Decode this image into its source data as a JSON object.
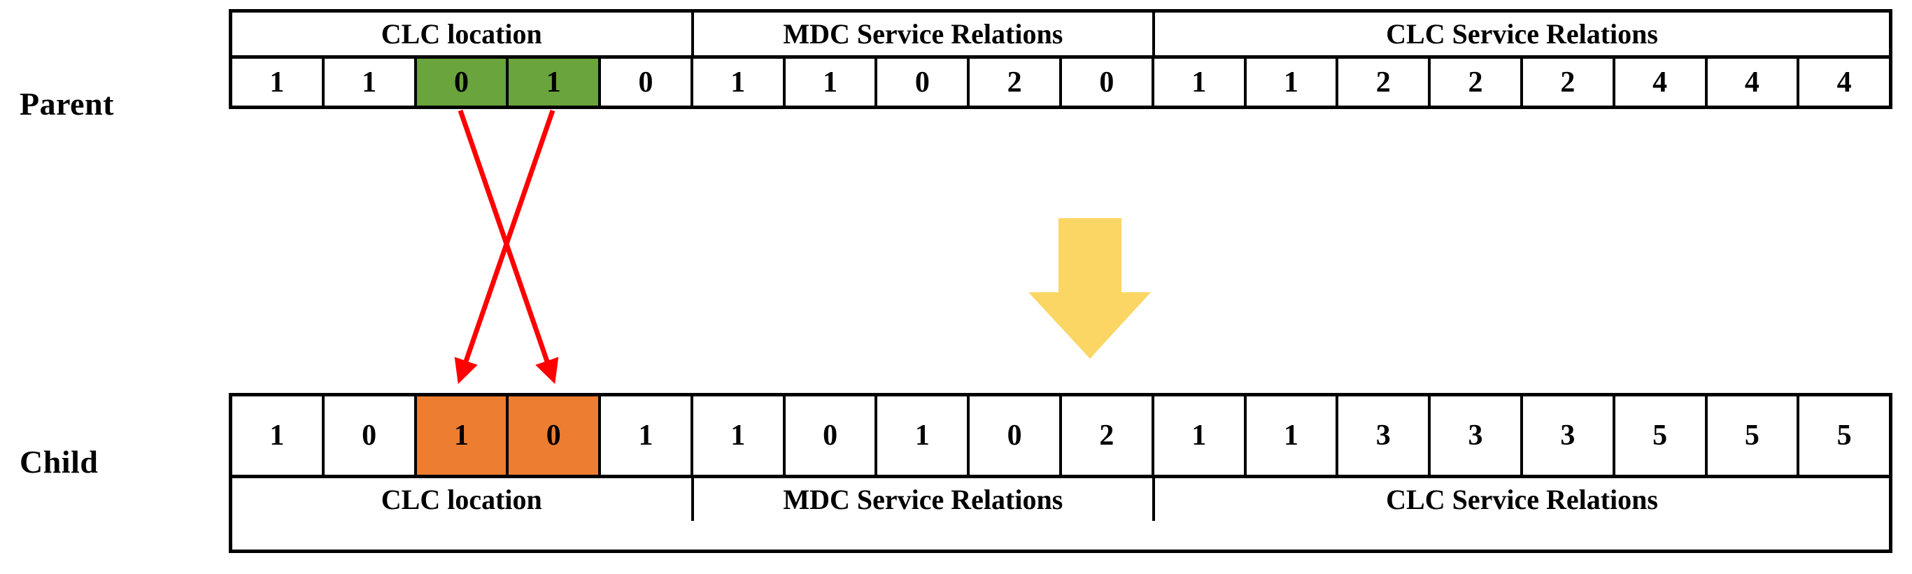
{
  "rows": {
    "parent": {
      "label": "Parent",
      "sections": [
        {
          "title": "CLC location",
          "span": 5
        },
        {
          "title": "MDC Service Relations",
          "span": 5
        },
        {
          "title": "CLC Service Relations",
          "span": 8
        }
      ],
      "cells": [
        {
          "value": "1",
          "highlight": "none"
        },
        {
          "value": "1",
          "highlight": "none"
        },
        {
          "value": "0",
          "highlight": "green"
        },
        {
          "value": "1",
          "highlight": "green"
        },
        {
          "value": "0",
          "highlight": "none"
        },
        {
          "value": "1",
          "highlight": "none"
        },
        {
          "value": "1",
          "highlight": "none"
        },
        {
          "value": "0",
          "highlight": "none"
        },
        {
          "value": "2",
          "highlight": "none"
        },
        {
          "value": "0",
          "highlight": "none"
        },
        {
          "value": "1",
          "highlight": "none"
        },
        {
          "value": "1",
          "highlight": "none"
        },
        {
          "value": "2",
          "highlight": "none"
        },
        {
          "value": "2",
          "highlight": "none"
        },
        {
          "value": "2",
          "highlight": "none"
        },
        {
          "value": "4",
          "highlight": "none"
        },
        {
          "value": "4",
          "highlight": "none"
        },
        {
          "value": "4",
          "highlight": "none"
        }
      ]
    },
    "child": {
      "label": "Child",
      "sections": [
        {
          "title": "CLC location",
          "span": 5
        },
        {
          "title": "MDC Service Relations",
          "span": 5
        },
        {
          "title": "CLC Service Relations",
          "span": 8
        }
      ],
      "cells": [
        {
          "value": "1",
          "highlight": "none"
        },
        {
          "value": "0",
          "highlight": "none"
        },
        {
          "value": "1",
          "highlight": "orange"
        },
        {
          "value": "0",
          "highlight": "orange"
        },
        {
          "value": "1",
          "highlight": "none"
        },
        {
          "value": "1",
          "highlight": "none"
        },
        {
          "value": "0",
          "highlight": "none"
        },
        {
          "value": "1",
          "highlight": "none"
        },
        {
          "value": "0",
          "highlight": "none"
        },
        {
          "value": "2",
          "highlight": "none"
        },
        {
          "value": "1",
          "highlight": "none"
        },
        {
          "value": "1",
          "highlight": "none"
        },
        {
          "value": "3",
          "highlight": "none"
        },
        {
          "value": "3",
          "highlight": "none"
        },
        {
          "value": "3",
          "highlight": "none"
        },
        {
          "value": "5",
          "highlight": "none"
        },
        {
          "value": "5",
          "highlight": "none"
        },
        {
          "value": "5",
          "highlight": "none"
        }
      ]
    }
  },
  "annotations": {
    "swap_arrows": {
      "name": "crossover-swap-arrows",
      "color": "#FF0000",
      "count": 2
    },
    "flow_arrow": {
      "name": "downward-flow-arrow",
      "color": "#FBD665",
      "direction": "down"
    }
  },
  "colors": {
    "highlight_green": "#6AA43C",
    "highlight_orange": "#ED7D31",
    "arrow_red": "#FF0000",
    "arrow_yellow": "#FBD665",
    "border": "#000000",
    "background": "#FFFFFF"
  }
}
